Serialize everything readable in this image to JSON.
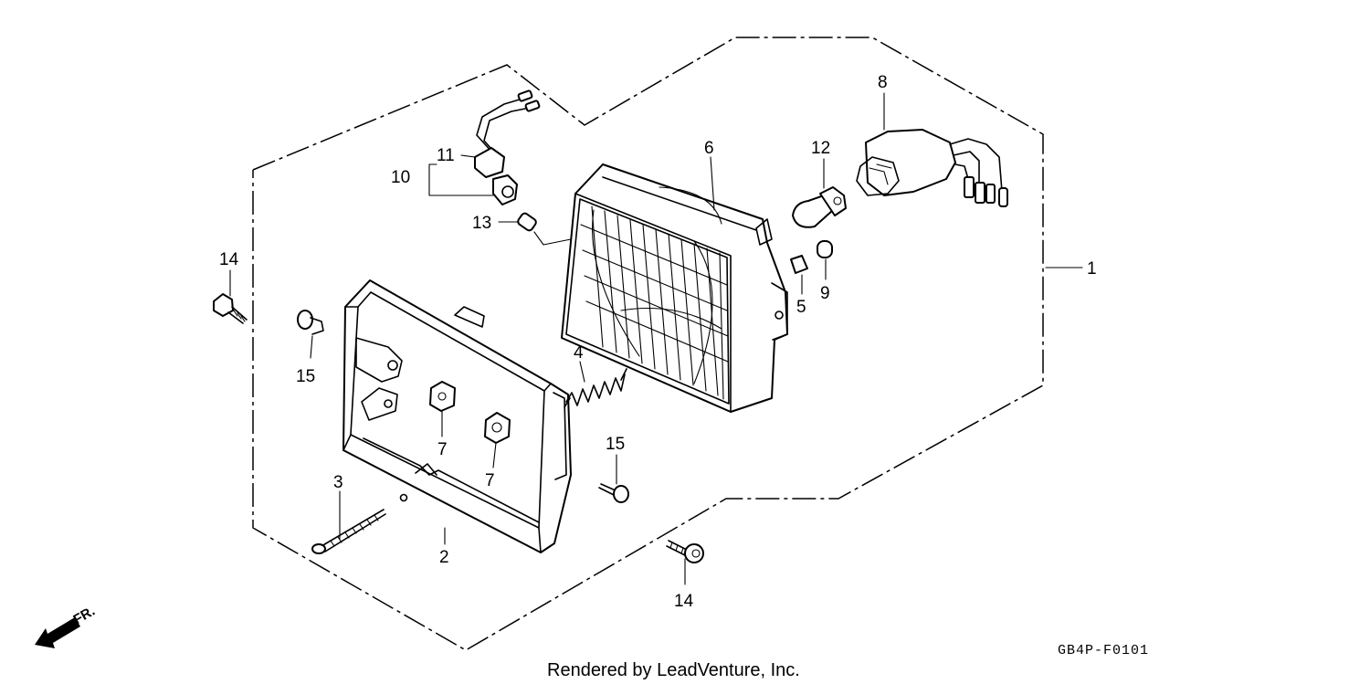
{
  "callouts": {
    "c1": "1",
    "c2": "2",
    "c3": "3",
    "c4": "4",
    "c5": "5",
    "c6": "6",
    "c7a": "7",
    "c7b": "7",
    "c8": "8",
    "c9": "9",
    "c10": "10",
    "c11": "11",
    "c12": "12",
    "c13": "13",
    "c14a": "14",
    "c14b": "14",
    "c15a": "15",
    "c15b": "15"
  },
  "direction_label": "FR.",
  "diagram_code": "GB4P-F0101",
  "credit": "Rendered by LeadVenture, Inc."
}
